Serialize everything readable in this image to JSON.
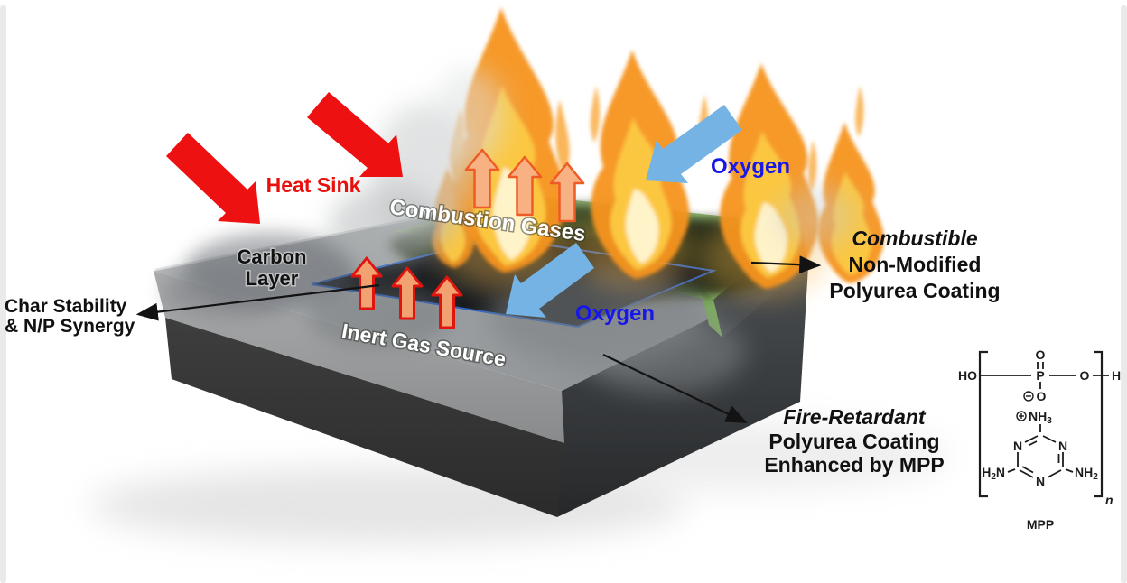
{
  "labels": {
    "heat_sink": "Heat Sink",
    "carbon_layer_line1": "Carbon",
    "carbon_layer_line2": "Layer",
    "combustion_gases": "Combustion Gases",
    "oxygen_upper": "Oxygen",
    "oxygen_lower": "Oxygen",
    "inert_gas_source": "Inert Gas Source",
    "char_line1": "Char Stability",
    "char_line2": "& N/P Synergy",
    "combustible_line1": "Combustible",
    "combustible_line2": "Non-Modified",
    "combustible_line3": "Polyurea Coating",
    "fr_line1": "Fire-Retardant",
    "fr_line2": "Polyurea Coating",
    "fr_line3": "Enhanced by MPP"
  },
  "molecule": {
    "title": "MPP",
    "ho": "HO",
    "h_end": "H",
    "p": "P",
    "o_top": "O",
    "o_bridge": "O",
    "o_minus": "O",
    "nh3_main": "NH",
    "nh3_sub": "3",
    "n_left": "N",
    "n_right": "N",
    "n_bottom": "N",
    "h2n_h": "H",
    "h2n_sub": "2",
    "h2n_n": "N",
    "nh2_main": "NH",
    "nh2_sub": "2",
    "repeat_index": "n"
  },
  "colors": {
    "heat_red": "#ee1111",
    "oxygen_text_blue": "#1717e8",
    "oxygen_arrow_blue": "#74b3e3",
    "coating_green": "#a6cc8a",
    "gas_arrow_orange": "#f7b183",
    "char_outline_blue": "#2f62c4",
    "flame_orange": "#f6941e"
  }
}
